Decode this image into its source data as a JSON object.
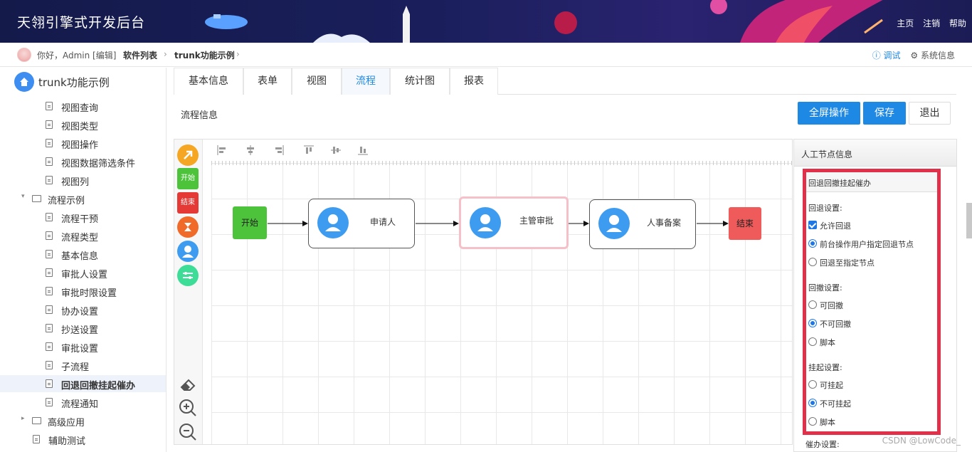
{
  "header": {
    "app_title": "天翎引擎式开发后台",
    "links": [
      "主页",
      "注销",
      "帮助"
    ]
  },
  "breadcrumb": {
    "greeting": "你好，Admin [编辑]",
    "items": [
      "软件列表",
      "trunk功能示例"
    ],
    "debug": "调试",
    "system_info": "系统信息"
  },
  "sidebar": {
    "root": "trunk功能示例",
    "items": [
      {
        "label": "视图查询",
        "type": "doc",
        "level": 2
      },
      {
        "label": "视图类型",
        "type": "doc",
        "level": 2
      },
      {
        "label": "视图操作",
        "type": "doc",
        "level": 2
      },
      {
        "label": "视图数据筛选条件",
        "type": "doc",
        "level": 2
      },
      {
        "label": "视图列",
        "type": "doc",
        "level": 2
      },
      {
        "label": "流程示例",
        "type": "folder-open",
        "level": 1
      },
      {
        "label": "流程干预",
        "type": "doc",
        "level": 2
      },
      {
        "label": "流程类型",
        "type": "doc",
        "level": 2
      },
      {
        "label": "基本信息",
        "type": "doc",
        "level": 2
      },
      {
        "label": "审批人设置",
        "type": "doc",
        "level": 2
      },
      {
        "label": "审批时限设置",
        "type": "doc",
        "level": 2
      },
      {
        "label": "协办设置",
        "type": "doc",
        "level": 2
      },
      {
        "label": "抄送设置",
        "type": "doc",
        "level": 2
      },
      {
        "label": "审批设置",
        "type": "doc",
        "level": 2
      },
      {
        "label": "子流程",
        "type": "doc",
        "level": 2
      },
      {
        "label": "回退回撤挂起催办",
        "type": "doc",
        "level": 2,
        "active": true
      },
      {
        "label": "流程通知",
        "type": "doc",
        "level": 2
      },
      {
        "label": "高级应用",
        "type": "folder-closed",
        "level": 1
      },
      {
        "label": "辅助测试",
        "type": "doc",
        "level": 1
      }
    ]
  },
  "tabs": [
    "基本信息",
    "表单",
    "视图",
    "流程",
    "统计图",
    "报表"
  ],
  "active_tab": "流程",
  "section_title": "流程信息",
  "buttons": {
    "fullscreen": "全屏操作",
    "save": "保存",
    "exit": "退出"
  },
  "palette": {
    "start": "开始",
    "end": "结束"
  },
  "flow": {
    "start": "开始",
    "end": "结束",
    "nodes": [
      "申请人",
      "主管审批",
      "人事备案"
    ],
    "selected_node": "主管审批"
  },
  "panel": {
    "title": "人工节点信息",
    "subtitle": "回退回撤挂起催办",
    "rollback_label": "回退设置:",
    "allow_rollback": "允许回退",
    "rollback_options": [
      "前台操作用户指定回退节点",
      "回退至指定节点"
    ],
    "withdraw_label": "回撤设置:",
    "withdraw_options": [
      "可回撤",
      "不可回撤",
      "脚本"
    ],
    "suspend_label": "挂起设置:",
    "suspend_options": [
      "可挂起",
      "不可挂起",
      "脚本"
    ],
    "urge_label": "催办设置:"
  },
  "watermark": "CSDN @LowCode_",
  "colors": {
    "accent": "#1e88e5",
    "highlight": "#e0304a",
    "start": "#4cc33b",
    "end": "#ef5a5a"
  }
}
